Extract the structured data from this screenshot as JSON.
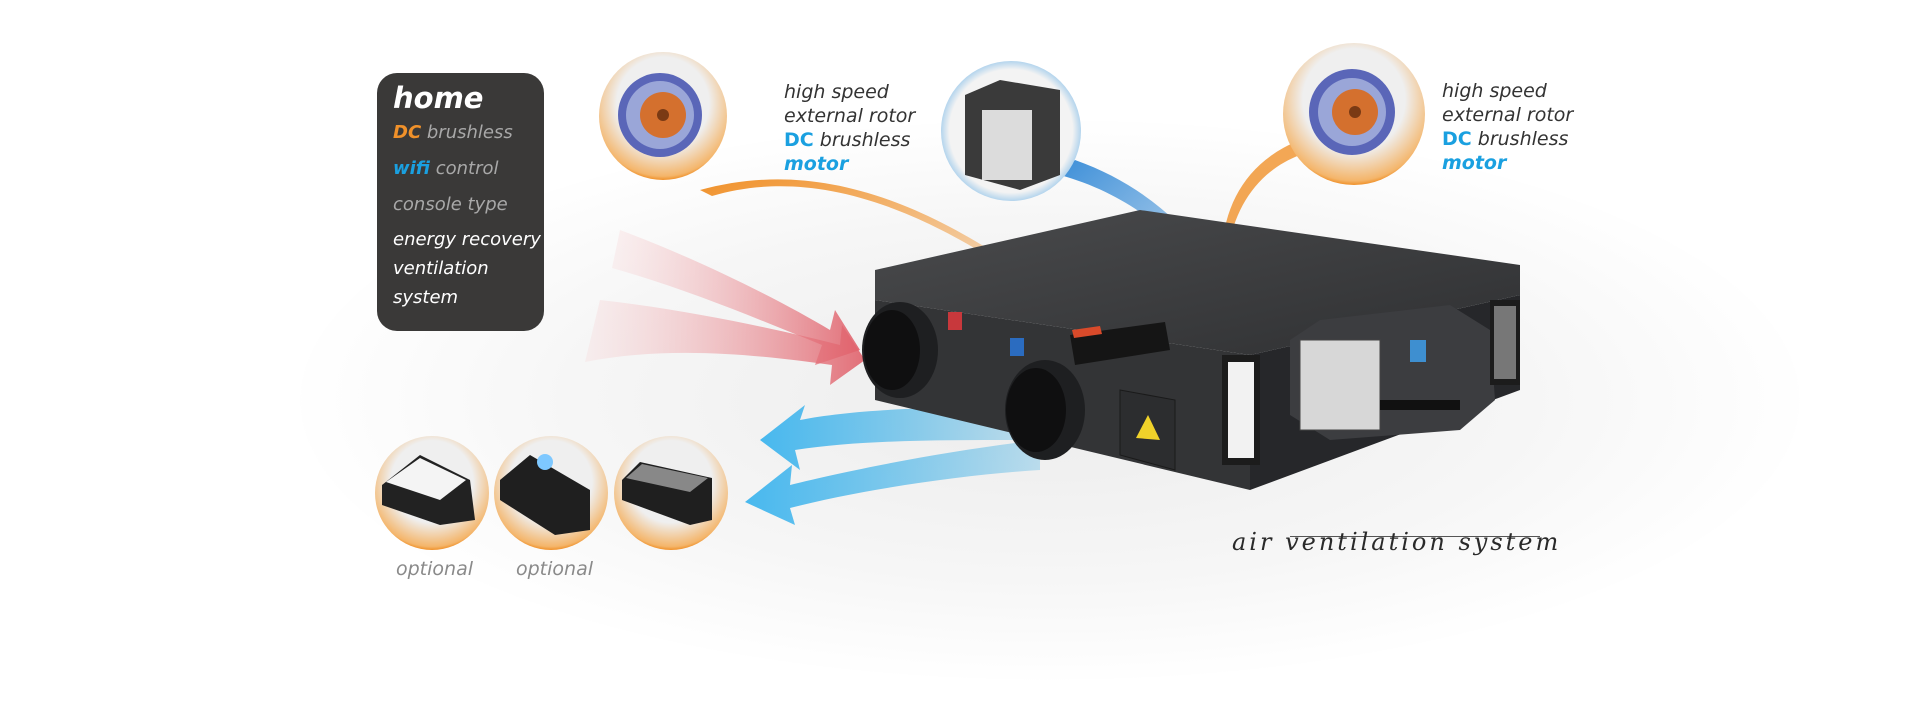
{
  "spec_box": {
    "title": "home",
    "dc_word": "DC",
    "dc_rest": " brushless",
    "wifi_word": "wifi",
    "wifi_rest": " control",
    "console": "console type",
    "erv_lines": [
      "energy recovery",
      "ventilation",
      "system"
    ]
  },
  "motor_left": {
    "line1": "high speed",
    "line2": "external rotor",
    "dc_word": "DC",
    "dc_rest": " brushless",
    "motor": "motor"
  },
  "motor_right": {
    "line1": "high speed",
    "line2": "external rotor",
    "dc_word": "DC",
    "dc_rest": " brushless",
    "motor": "motor"
  },
  "filters": {
    "optional_1": "optional",
    "optional_2": "optional"
  },
  "tagline": "air ventilation system",
  "colors": {
    "orange": "#f0912a",
    "blue": "#1aa0e0",
    "box": "#3a3938",
    "unit": "#3b3c3e"
  }
}
